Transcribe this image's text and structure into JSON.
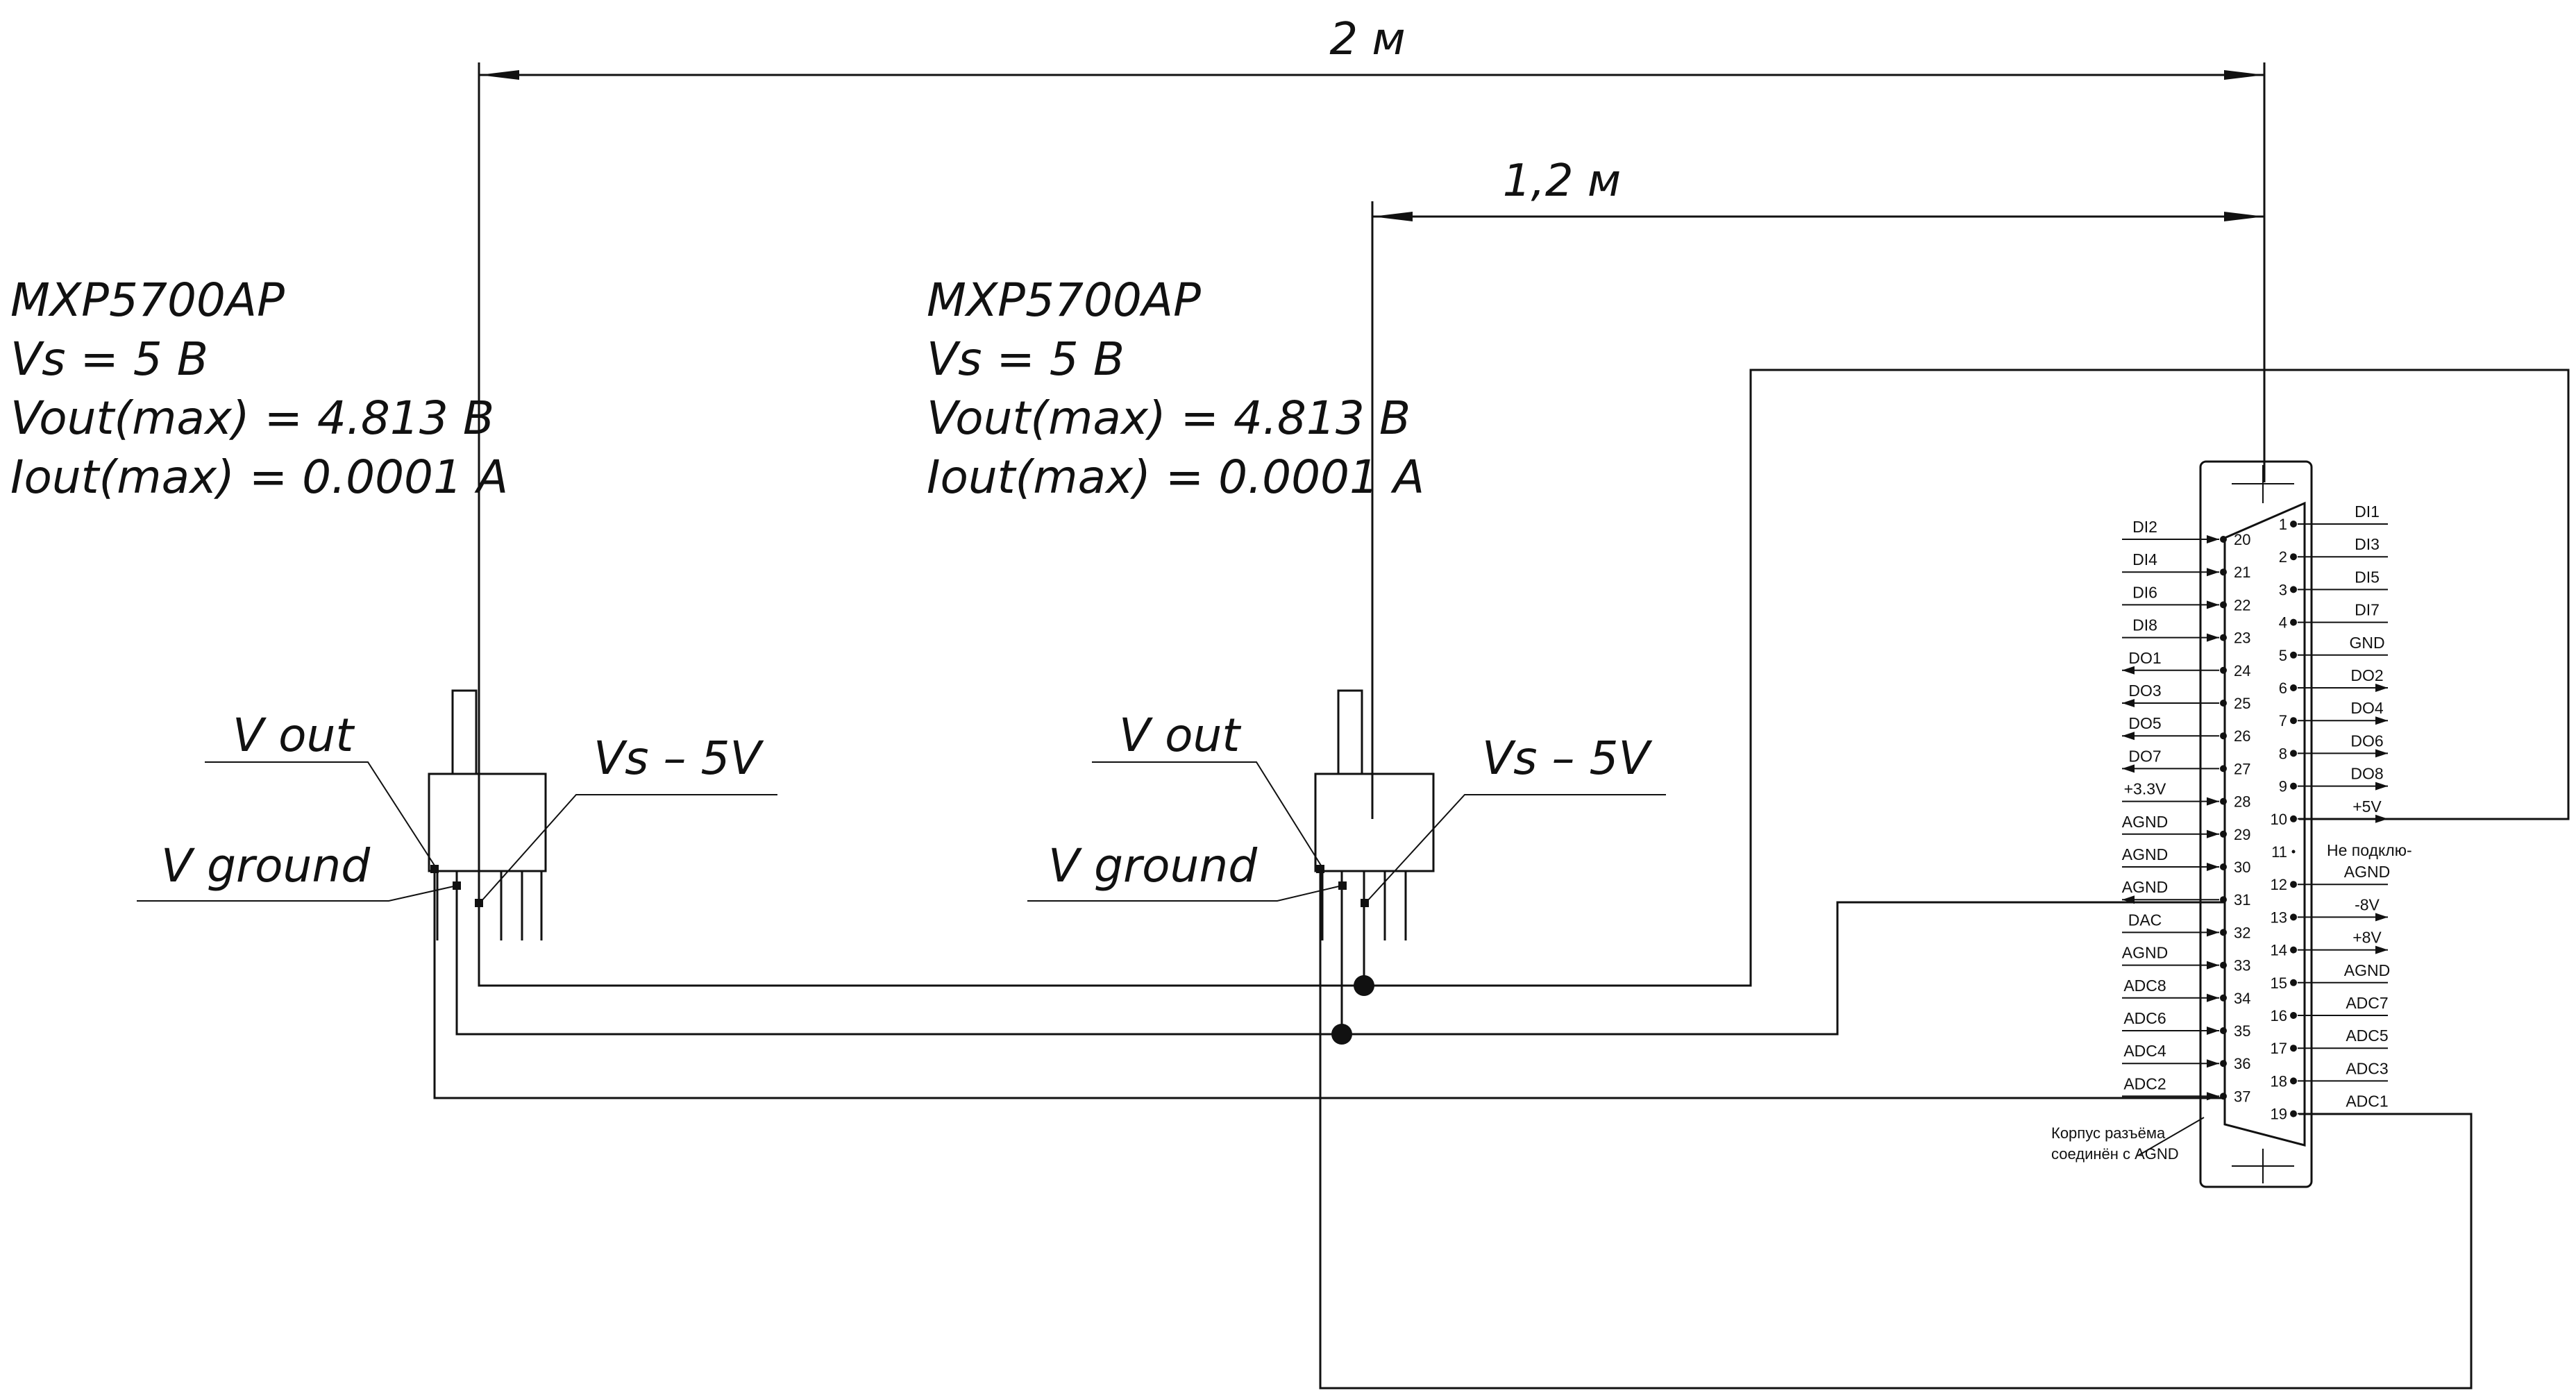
{
  "dimensions": {
    "long": "2 м",
    "short": "1,2 м"
  },
  "sensors": [
    {
      "model": "MXP5700AP",
      "vs": "Vs = 5 B",
      "vout": "Vout(max) = 4.813 B",
      "iout": "Iout(max) = 0.0001 A",
      "label_vout": "V out",
      "label_vground": "V ground",
      "label_vs": "Vs – 5V"
    },
    {
      "model": "MXP5700AP",
      "vs": "Vs = 5 B",
      "vout": "Vout(max) = 4.813 B",
      "iout": "Iout(max) = 0.0001 A",
      "label_vout": "V out",
      "label_vground": "V ground",
      "label_vs": "Vs – 5V"
    }
  ],
  "connector": {
    "note_line1": "Корпус разъёма",
    "note_line2": "соединён с AGND",
    "right_pins": [
      {
        "num": "1",
        "sig": "DI1"
      },
      {
        "num": "2",
        "sig": "DI3"
      },
      {
        "num": "3",
        "sig": "DI5"
      },
      {
        "num": "4",
        "sig": "DI7"
      },
      {
        "num": "5",
        "sig": "GND"
      },
      {
        "num": "6",
        "sig": "DO2"
      },
      {
        "num": "7",
        "sig": "DO4"
      },
      {
        "num": "8",
        "sig": "DO6"
      },
      {
        "num": "9",
        "sig": "DO8"
      },
      {
        "num": "10",
        "sig": "+5V"
      },
      {
        "num": "11",
        "sig": "Не подклю-"
      },
      {
        "num": "12",
        "sig": "AGND"
      },
      {
        "num": "13",
        "sig": "-8V"
      },
      {
        "num": "14",
        "sig": "+8V"
      },
      {
        "num": "15",
        "sig": "AGND"
      },
      {
        "num": "16",
        "sig": "ADC7"
      },
      {
        "num": "17",
        "sig": "ADC5"
      },
      {
        "num": "18",
        "sig": "ADC3"
      },
      {
        "num": "19",
        "sig": "ADC1"
      }
    ],
    "left_pins": [
      {
        "num": "20",
        "sig": "DI2"
      },
      {
        "num": "21",
        "sig": "DI4"
      },
      {
        "num": "22",
        "sig": "DI6"
      },
      {
        "num": "23",
        "sig": "DI8"
      },
      {
        "num": "24",
        "sig": "DO1"
      },
      {
        "num": "25",
        "sig": "DO3"
      },
      {
        "num": "26",
        "sig": "DO5"
      },
      {
        "num": "27",
        "sig": "DO7"
      },
      {
        "num": "28",
        "sig": "+3.3V"
      },
      {
        "num": "29",
        "sig": "AGND"
      },
      {
        "num": "30",
        "sig": "AGND"
      },
      {
        "num": "31",
        "sig": "AGND"
      },
      {
        "num": "32",
        "sig": "DAC"
      },
      {
        "num": "33",
        "sig": "AGND"
      },
      {
        "num": "34",
        "sig": "ADC8"
      },
      {
        "num": "35",
        "sig": "ADC6"
      },
      {
        "num": "36",
        "sig": "ADC4"
      },
      {
        "num": "37",
        "sig": "ADC2"
      }
    ]
  }
}
